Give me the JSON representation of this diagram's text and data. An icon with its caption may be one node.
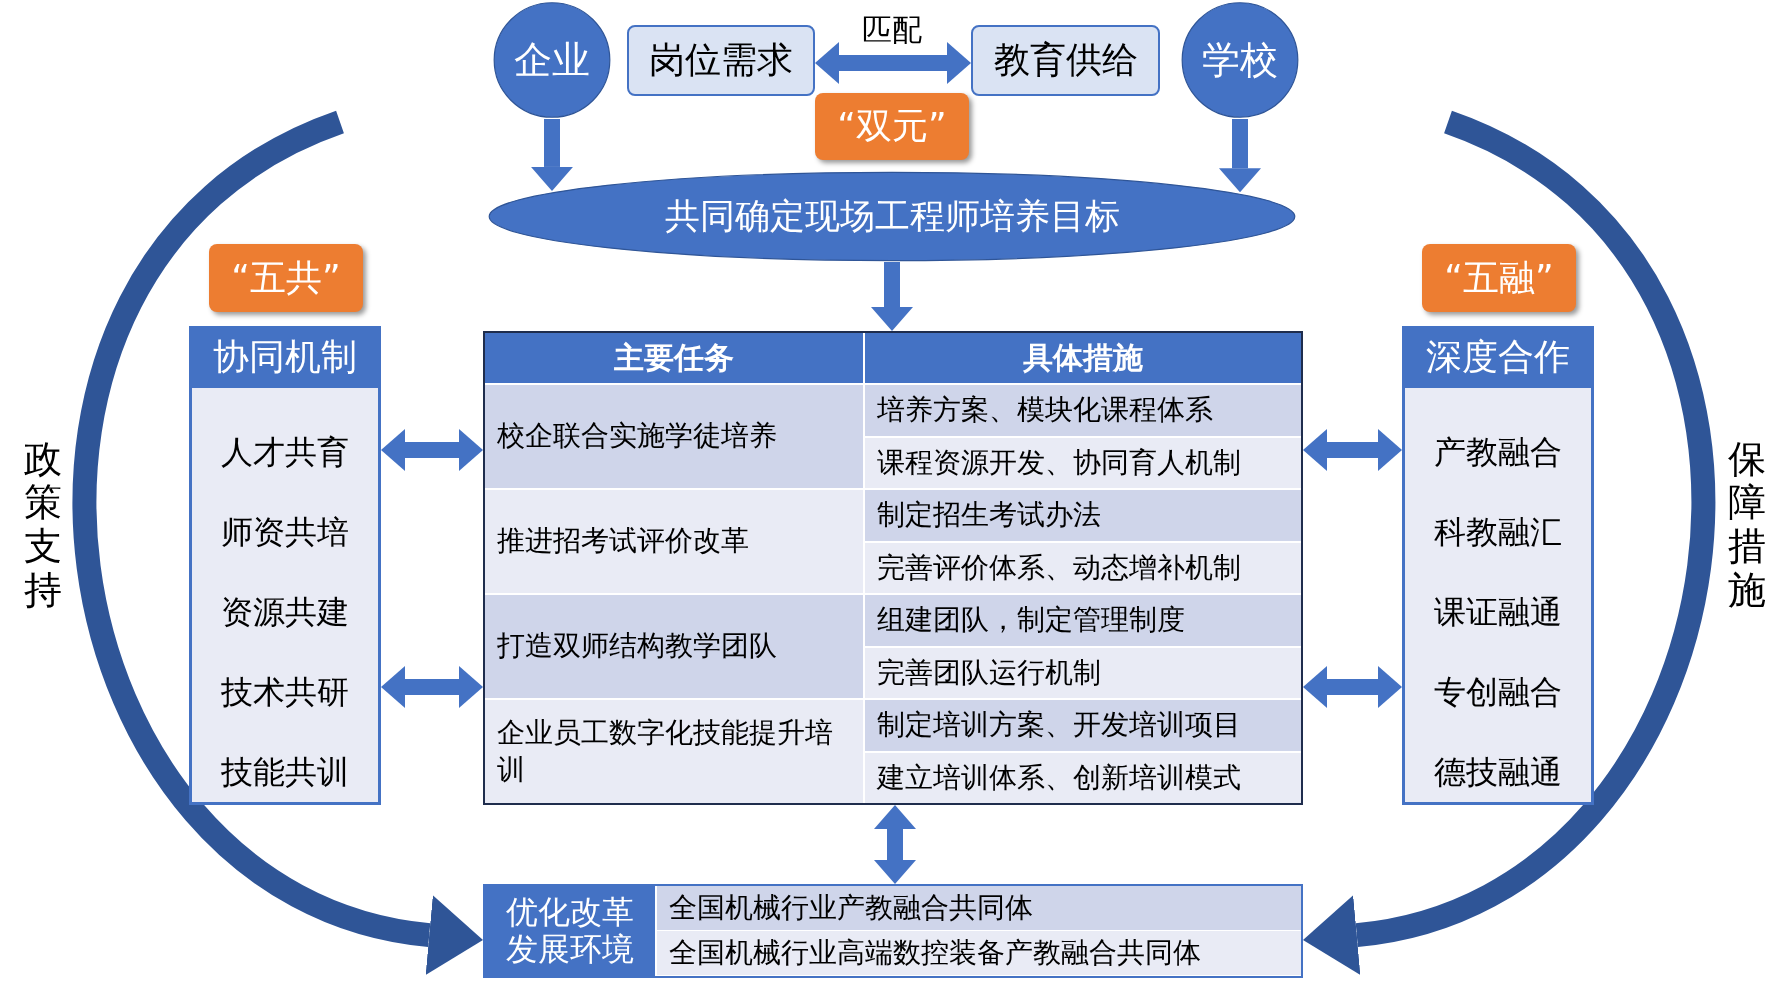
{
  "diagram": {
    "nodes": [
      {
        "text": [
          "企业"
        ]
      },
      {
        "text": [
          "岗位需求"
        ]
      },
      {
        "text": [
          "教育供给"
        ]
      },
      {
        "text": [
          "学校"
        ]
      },
      {
        "text": [
          "“双元”"
        ]
      },
      {
        "text": [
          "共同确定现场工程师培养目标"
        ]
      },
      {
        "text": [
          "主要任务",
          "具体措施"
        ]
      },
      {
        "text": [
          "“五共”"
        ]
      },
      {
        "text": [
          "协同机制",
          "人才共育",
          "师资共培",
          "资源共建",
          "技术共研",
          "技能共训"
        ]
      },
      {
        "text": [
          "“五融”"
        ]
      },
      {
        "text": [
          "深度合作",
          "产教融合",
          "科教融汇",
          "课证融通",
          "专创融合",
          "德技融通"
        ]
      },
      {
        "text": [
          "优化改革发展环境",
          "全国机械行业产教融合共同体",
          "全国机械行业高端数控装备产教融合共同体"
        ]
      }
    ],
    "edges": [
      {
        "from": 0,
        "to": 5,
        "arrow": "to"
      },
      {
        "from": 1,
        "to": 2,
        "arrow": "both",
        "label": "匹配"
      },
      {
        "from": 3,
        "to": 5,
        "arrow": "to"
      },
      {
        "from": 5,
        "to": 6,
        "arrow": "to"
      },
      {
        "from": 8,
        "to": 6,
        "arrow": "both"
      },
      {
        "from": 8,
        "to": 6,
        "arrow": "both"
      },
      {
        "from": 6,
        "to": 10,
        "arrow": "both"
      },
      {
        "from": 6,
        "to": 10,
        "arrow": "both"
      },
      {
        "from": 6,
        "to": 11,
        "arrow": "both"
      },
      {
        "from": null,
        "to": 11,
        "arrow": "to"
      },
      {
        "from": null,
        "to": 11,
        "arrow": "to"
      }
    ],
    "labels": [
      "政策支持",
      "保障措施",
      "校企联合实施学徒培养",
      "培养方案、模块化课程体系",
      "课程资源开发、协同育人机制",
      "推进招考试评价改革",
      "制定招生考试办法",
      "完善评价体系、动态增补机制",
      "打造双师结构教学团队",
      "组建团队，制定管理制度",
      "完善团队运行机制",
      "企业员工数字化技能提升培训",
      "制定培训方案、开发培训项目",
      "建立培训体系、创新培训模式"
    ]
  }
}
